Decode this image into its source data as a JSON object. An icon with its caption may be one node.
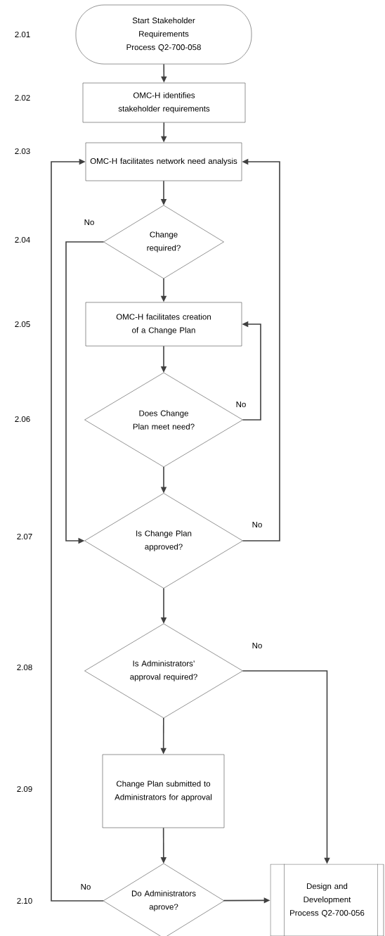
{
  "diagram": {
    "nodes": [
      {
        "text": [
          "Start Stakeholder Requirements Process Q2-700-058"
        ]
      },
      {
        "text": [
          "OMC-H identifies stakeholder requirements"
        ]
      },
      {
        "text": [
          "OMC-H facilitates network need analysis"
        ]
      },
      {
        "text": [
          "Change required?"
        ]
      },
      {
        "text": [
          "OMC-H facilitates creation of a Change Plan"
        ]
      },
      {
        "text": [
          "Does Change Plan meet need?"
        ]
      },
      {
        "text": [
          "Is Change Plan approved?"
        ]
      },
      {
        "text": [
          "Is Administrators’ approval required?"
        ]
      },
      {
        "text": [
          "Change Plan submitted to Administrators for approval"
        ]
      },
      {
        "text": [
          "Do Administrators aprove?"
        ]
      },
      {
        "text": [
          "Design and Development Process Q2-700-056"
        ]
      }
    ],
    "edges": [
      {
        "from": 0,
        "to": 1,
        "arrow": "to"
      },
      {
        "from": 1,
        "to": 2,
        "arrow": "to"
      },
      {
        "from": 2,
        "to": 3,
        "arrow": "to"
      },
      {
        "from": 3,
        "to": 4,
        "arrow": "to"
      },
      {
        "from": 3,
        "to": 6,
        "arrow": "to",
        "label": "No"
      },
      {
        "from": 4,
        "to": 5,
        "arrow": "to"
      },
      {
        "from": 5,
        "to": 4,
        "arrow": "to",
        "label": "No"
      },
      {
        "from": 5,
        "to": 6,
        "arrow": "to"
      },
      {
        "from": 6,
        "to": 2,
        "arrow": "to",
        "label": "No"
      },
      {
        "from": 6,
        "to": 7,
        "arrow": "to"
      },
      {
        "from": 7,
        "to": 10,
        "arrow": "to",
        "label": "No"
      },
      {
        "from": 7,
        "to": 8,
        "arrow": "to"
      },
      {
        "from": 8,
        "to": 9,
        "arrow": "to"
      },
      {
        "from": 9,
        "to": 2,
        "arrow": "to",
        "label": "No"
      },
      {
        "from": 9,
        "to": 10,
        "arrow": "to"
      }
    ],
    "labels": [
      "2.01",
      "2.02",
      "2.03",
      "2.04",
      "2.05",
      "2.06",
      "2.07",
      "2.08",
      "2.09",
      "2.10"
    ]
  }
}
